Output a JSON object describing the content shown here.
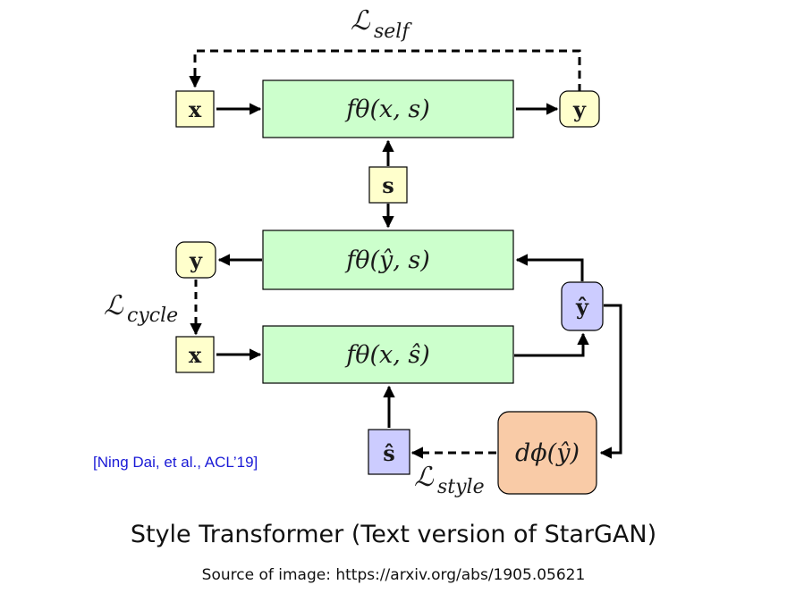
{
  "diagram": {
    "loss_self": {
      "script": "ℒ",
      "sub": "self"
    },
    "loss_cycle": {
      "script": "ℒ",
      "sub": "cycle"
    },
    "loss_style": {
      "script": "ℒ",
      "sub": "style"
    },
    "gen_top": "fθ(x, s)",
    "gen_mid": "fθ(ŷ, s)",
    "gen_bot": "fθ(x, ŝ)",
    "discriminator": "dϕ(ŷ)",
    "node_x": "x",
    "node_y": "y",
    "node_s": "s",
    "node_yhat": "ŷ",
    "node_shat": "ŝ",
    "colors": {
      "generator_fill": "#ccffcc",
      "input_fill": "#ffffcc",
      "hat_fill": "#ccccff",
      "disc_fill": "#f9cba7",
      "citation": "#1a1ad6"
    }
  },
  "citation": "[Ning Dai, et al., ACL’19]",
  "caption": "Style Transformer (Text version of StarGAN)",
  "source": "Source of image: https://arxiv.org/abs/1905.05621"
}
